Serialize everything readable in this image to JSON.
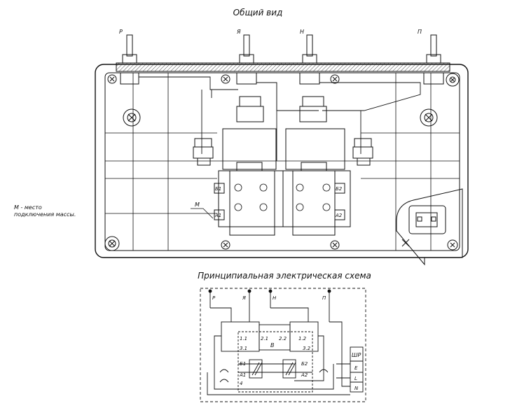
{
  "view_title": "Общий вид",
  "schematic_title": "Принципиальная электрическая схема",
  "mass_note": {
    "line1": "М - место",
    "line2": "подключения массы."
  },
  "terminals": {
    "r": "Р",
    "ya": "Я",
    "n": "Н",
    "p": "П"
  },
  "contacts": {
    "b1": "Б1",
    "b2": "Б2",
    "a1": "А1",
    "a2": "А2",
    "m": "М"
  },
  "schematic": {
    "r": "Р",
    "ya": "Я",
    "n": "Н",
    "p": "П",
    "c11": "1.1",
    "c21": "2.1",
    "c22": "2.2",
    "c12": "1.2",
    "c31": "3.1",
    "c32": "3.2",
    "v": "В",
    "b1": "Б1",
    "b2": "Б2",
    "a1": "А1",
    "a2": "А2",
    "four": "4",
    "shr": "ШР",
    "e": "E",
    "l": "L",
    "n_pin": "N"
  }
}
